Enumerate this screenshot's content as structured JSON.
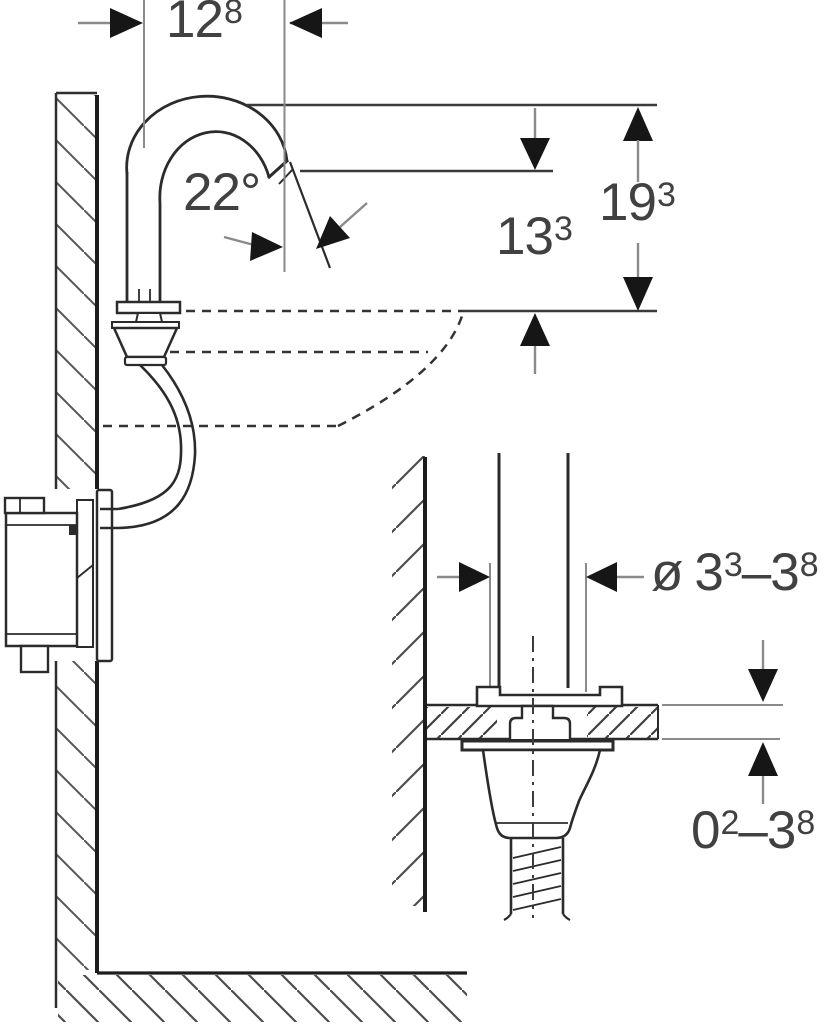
{
  "meta": {
    "type": "technical installation drawing",
    "subject": "wall-mounted faucet with basin outline and drain cross-section detail"
  },
  "labels": {
    "spout_offset": {
      "value": "12",
      "sup": "8"
    },
    "spout_angle": {
      "value": "22°"
    },
    "outlet_to_rim": {
      "value": "13",
      "sup": "3"
    },
    "top_to_rim": {
      "value": "19",
      "sup": "3"
    },
    "hole_diameter": {
      "prefix": "ø",
      "v1": "3",
      "s1": "3",
      "dash": "–",
      "v2": "3",
      "s2": "8"
    },
    "deck_thickness": {
      "v1": "0",
      "s1": "2",
      "dash": "–",
      "v2": "3",
      "s2": "8"
    }
  },
  "colors": {
    "ink": "#2e2e2e",
    "thin_gray": "#8a8a8a",
    "arrow_black": "#161616",
    "text": "#414141",
    "background": "#ffffff"
  }
}
